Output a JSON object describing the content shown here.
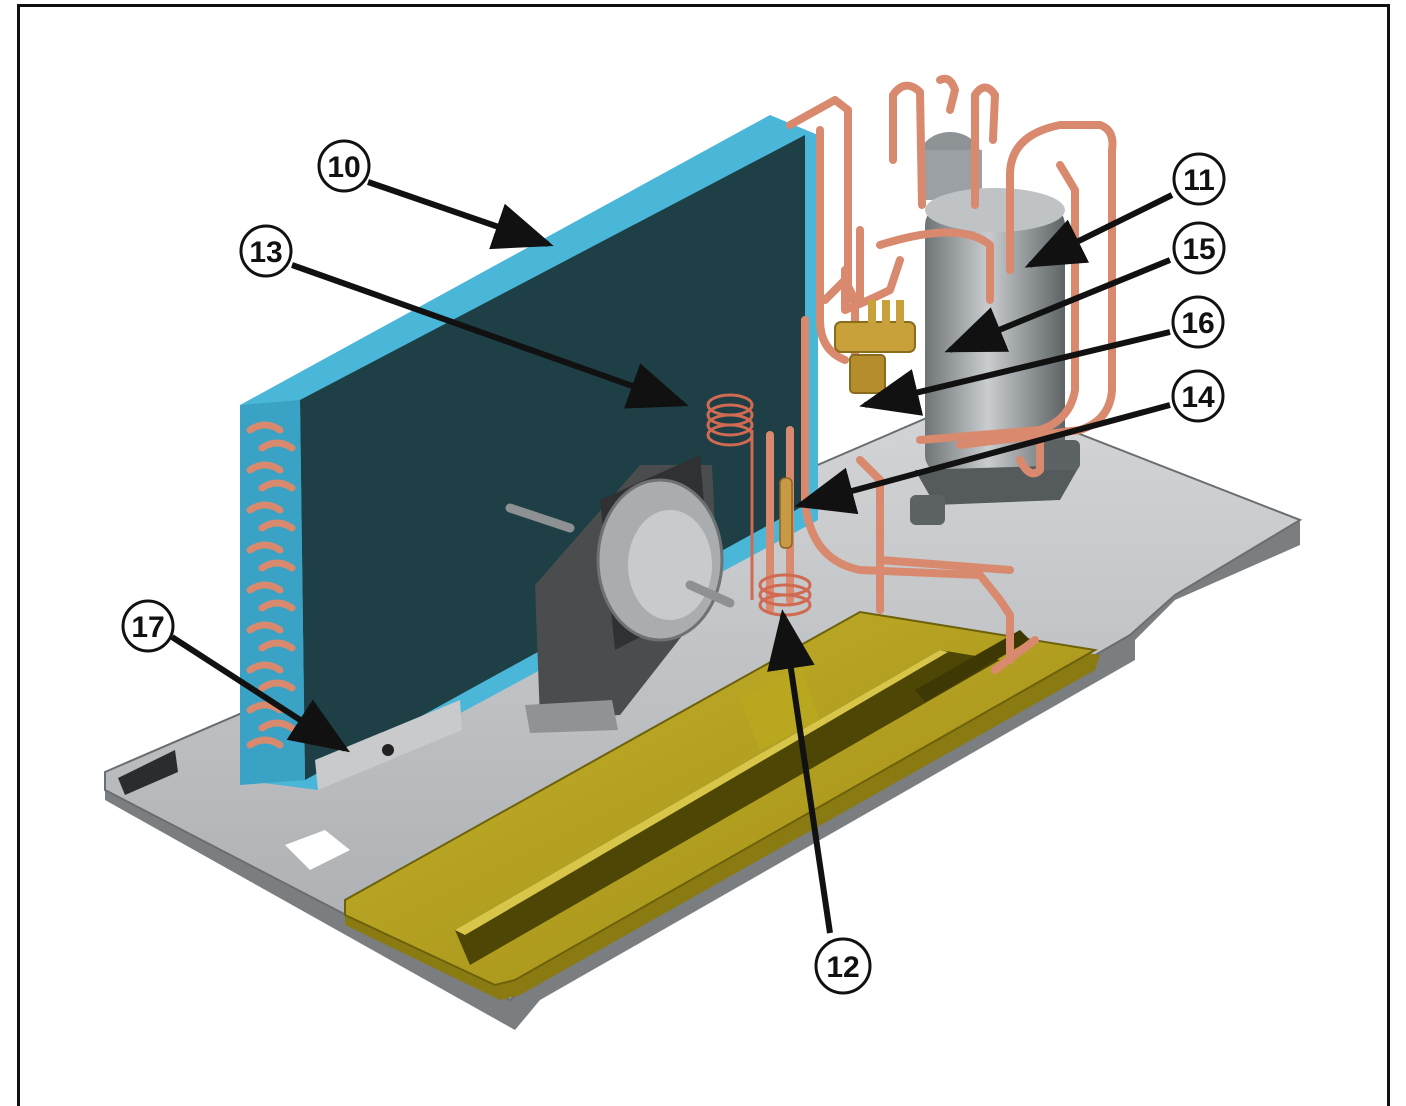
{
  "callouts": [
    {
      "id": "c10",
      "label": "10"
    },
    {
      "id": "c11",
      "label": "11"
    },
    {
      "id": "c12",
      "label": "12"
    },
    {
      "id": "c13",
      "label": "13"
    },
    {
      "id": "c14",
      "label": "14"
    },
    {
      "id": "c15",
      "label": "15"
    },
    {
      "id": "c16",
      "label": "16"
    },
    {
      "id": "c17",
      "label": "17"
    }
  ],
  "colors": {
    "frame": "#111111",
    "base_pan": "#b9bcbf",
    "coil_fins": "#1d3f45",
    "coil_edge": "#4cb8d9",
    "copper": "#d98a6e",
    "drain_tray": "#b3a01a",
    "compressor": "#8e9396",
    "valve": "#c9a13a"
  }
}
